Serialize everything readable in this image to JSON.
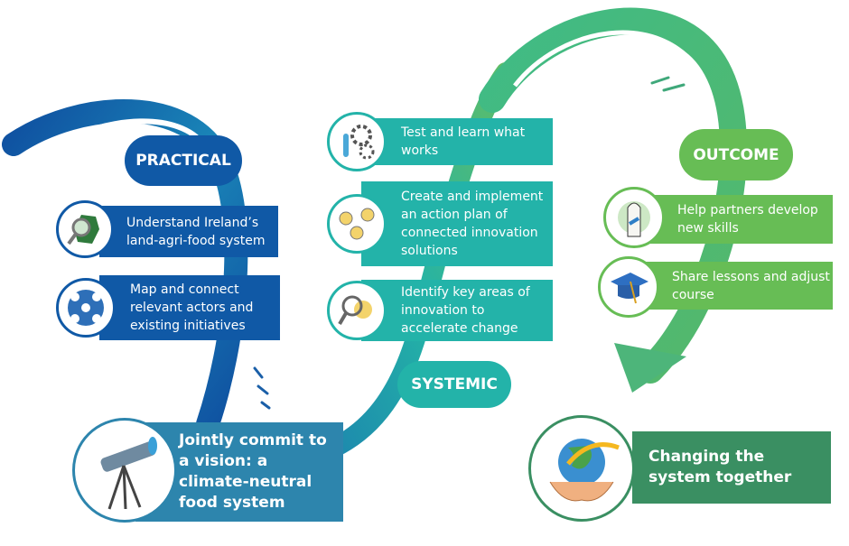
{
  "colors": {
    "practical": "#1059a6",
    "systemic": "#23b3a9",
    "outcome": "#67bd55",
    "final": "#3a8f62",
    "commit": "#2d85ad"
  },
  "practical": {
    "label": "PRACTICAL",
    "items": [
      {
        "icon": "ireland-magnifier-icon",
        "text": "Understand Ireland’s land-agri-food system"
      },
      {
        "icon": "network-people-icon",
        "text": "Map and connect relevant actors and existing initiatives"
      }
    ]
  },
  "commit": {
    "icon": "telescope-icon",
    "text": "Jointly commit to a vision: a climate-neutral food system"
  },
  "systemic": {
    "label": "SYSTEMIC",
    "items": [
      {
        "icon": "gears-flask-icon",
        "text": "Test and learn what works"
      },
      {
        "icon": "lightbulbs-icon",
        "text": "Create and implement an action plan of connected innovation solutions"
      },
      {
        "icon": "magnifier-bulb-icon",
        "text": "Identify key areas of innovation to accelerate change"
      }
    ]
  },
  "outcome": {
    "label": "OUTCOME",
    "items": [
      {
        "icon": "person-wrench-icon",
        "text": "Help partners develop new skills"
      },
      {
        "icon": "graduation-cap-icon",
        "text": "Share lessons and adjust course"
      }
    ]
  },
  "final": {
    "icon": "globe-hands-icon",
    "text": "Changing the system together"
  }
}
